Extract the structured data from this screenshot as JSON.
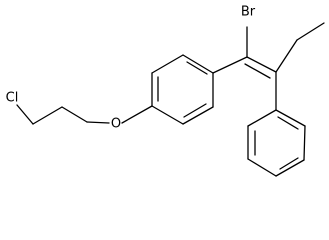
{
  "molecule": {
    "atom_labels": {
      "chlorine": "Cl",
      "oxygen": "O",
      "bromine": "Br"
    },
    "colors": {
      "bond": "#000000",
      "label": "#000000",
      "background": "#ffffff"
    }
  }
}
